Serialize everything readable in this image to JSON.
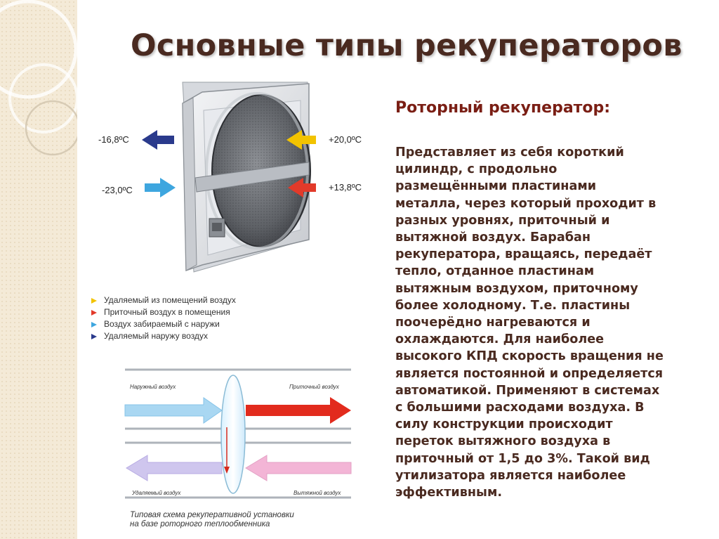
{
  "slide": {
    "title": "Основные типы рекуператоров",
    "subtitle": "Роторный рекуператор:",
    "body": "Представляет из себя короткий\nцилиндр, с продольно\nразмещёнными пластинами\nметалла, через который проходит в\nразных уровнях, приточный и\nвытяжной воздух. Барабан\nрекуператора, вращаясь, передаёт\nтепло, отданное пластинам\nвытяжным воздухом, приточному\nболее холодному. Т.е. пластины\nпоочерёдно нагреваются и\nохлаждаются. Для наиболее\nвысокого КПД скорость вращения не\nявляется постоянной и определяется\nавтоматикой. Применяют в системах\nс большими расходами воздуха. В\nсилу конструкции происходит\nпереток вытяжного воздуха в\nприточный от 1,5 до 3%. Такой вид\nутилизатора является наиболее\nэффективным."
  },
  "photo": {
    "temps": {
      "left_top": "-16,8ºC",
      "left_bottom": "-23,0ºC",
      "right_top": "+20,0ºC",
      "right_bottom": "+13,8ºC"
    }
  },
  "legend": [
    {
      "label": "Удаляемый из помещений воздух",
      "color": "#f2c300"
    },
    {
      "label": "Приточный воздух в помещения",
      "color": "#e23a2a"
    },
    {
      "label": "Воздух забираемый с наружи",
      "color": "#3ea6df"
    },
    {
      "label": "Удаляемый наружу воздух",
      "color": "#2a3a8c"
    }
  ],
  "schema": {
    "label_top_left": "Наружный воздух",
    "label_top_right": "Приточный воздух",
    "label_bottom_left": "Удаляемый воздух",
    "label_bottom_right": "Вытяжной воздух",
    "caption_line1": "Типовая схема рекуперативной установки",
    "caption_line2": "на базе роторного теплообменника"
  },
  "colors": {
    "title": "#4a2a20",
    "subtitle": "#7a1e14",
    "body": "#4a2a20",
    "yellow_arrow": "#f2c300",
    "red_arrow": "#e23a2a",
    "light_blue_arrow": "#3ea6df",
    "dark_blue_arrow": "#2a3a8c"
  }
}
